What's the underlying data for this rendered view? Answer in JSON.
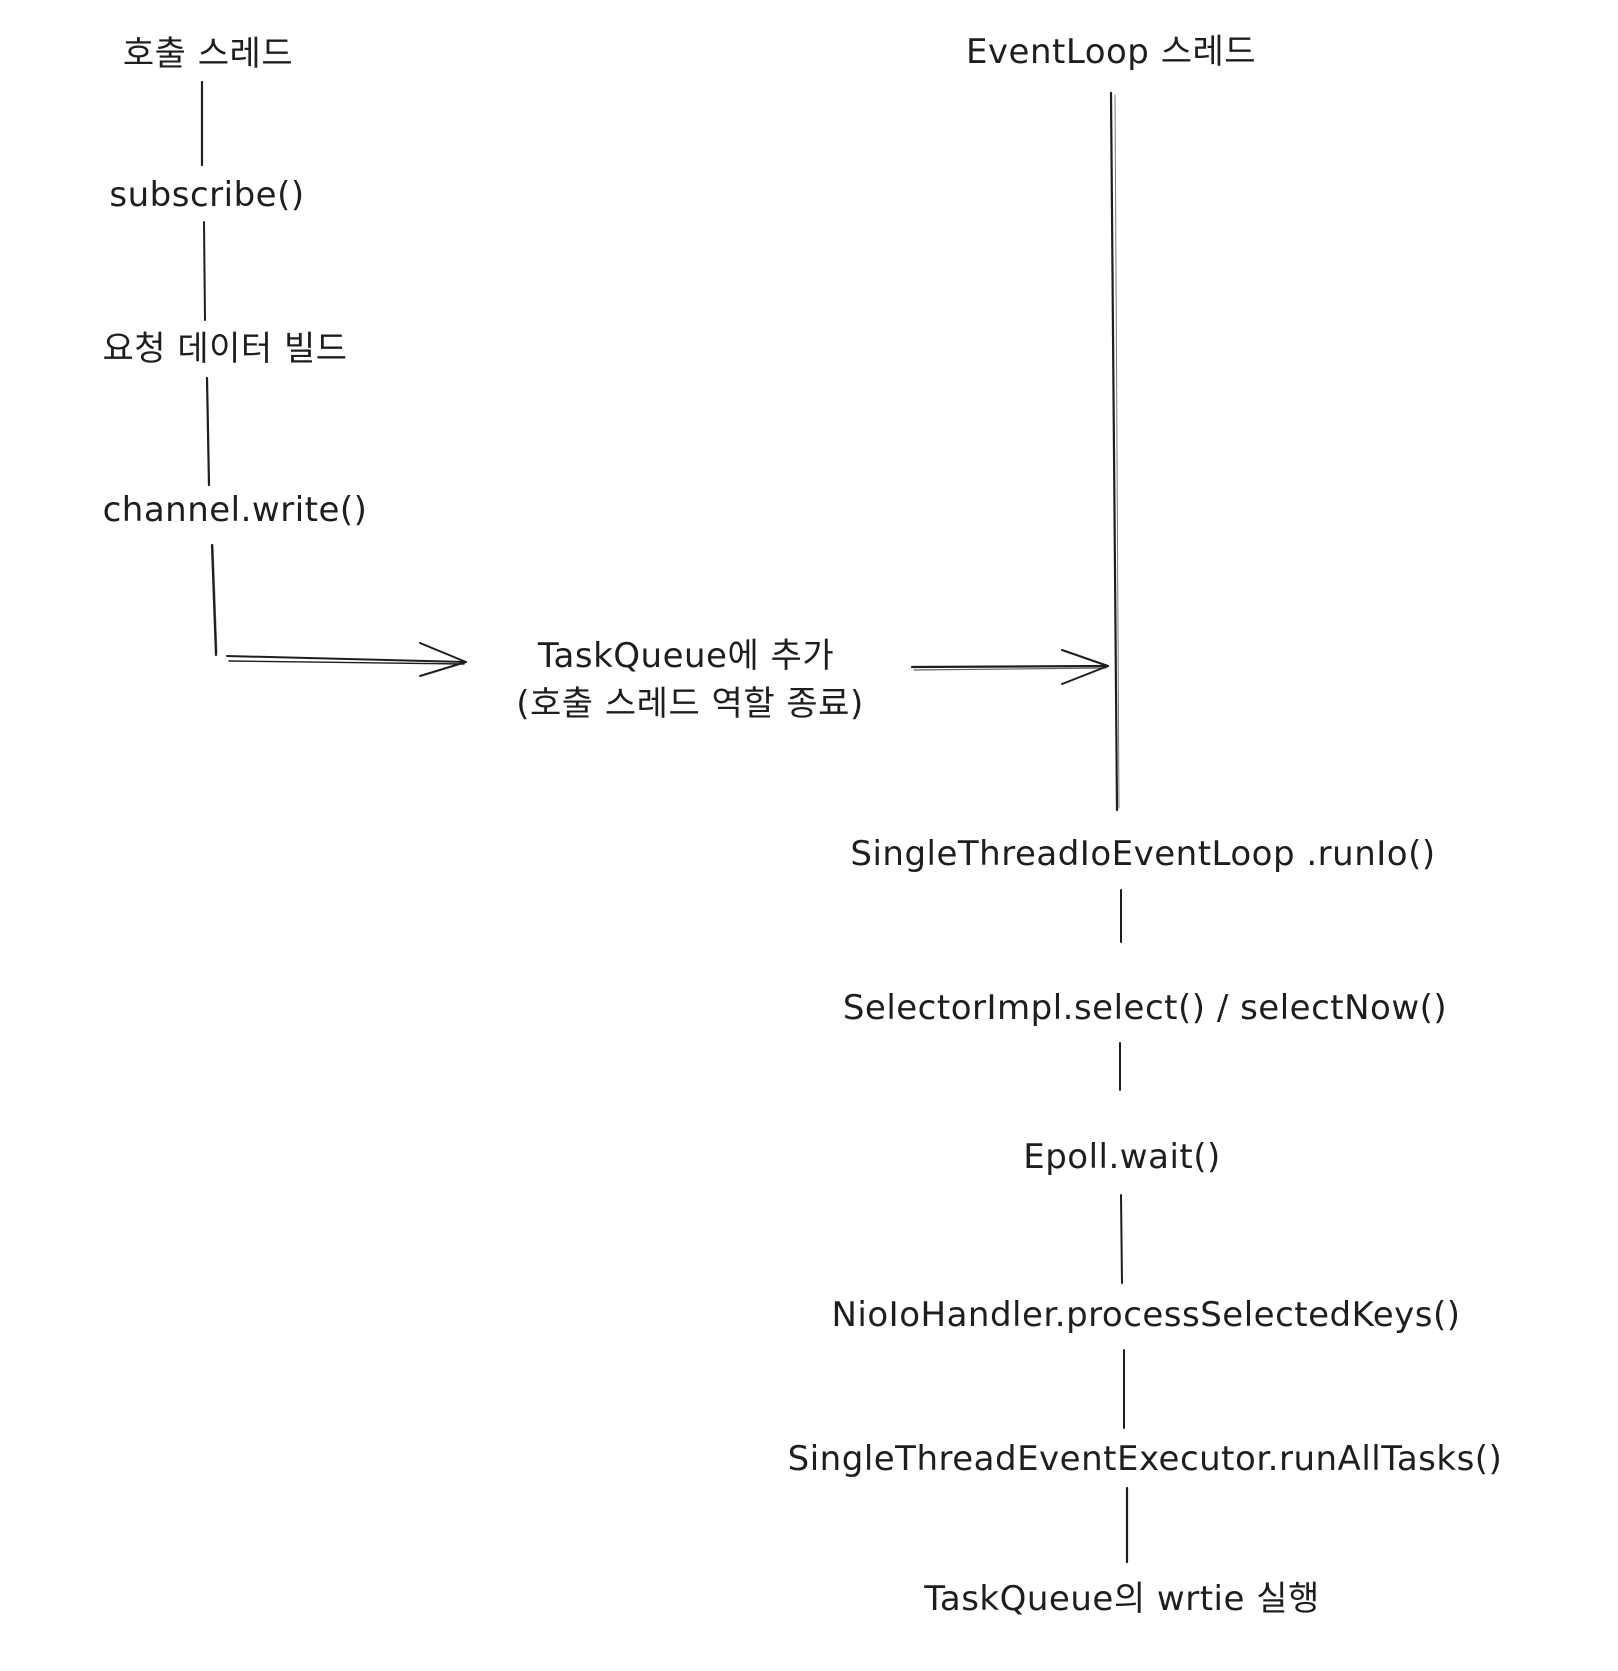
{
  "diagram": {
    "type": "sequence-flow",
    "stroke_color": "#1e1e1e",
    "background": "#ffffff",
    "lanes": {
      "caller": {
        "title": "호출 스레드",
        "steps": [
          "subscribe()",
          "요청 데이터 빌드",
          "channel.write()"
        ]
      },
      "handoff": {
        "line1": "TaskQueue에 추가",
        "line2": "(호출 스레드 역할 종료)"
      },
      "eventloop": {
        "title": "EventLoop 스레드",
        "steps": [
          "SingleThreadIoEventLoop .runIo()",
          "SelectorImpl.select() / selectNow()",
          "Epoll.wait()",
          "NioIoHandler.processSelectedKeys()",
          "SingleThreadEventExecutor.runAllTasks()",
          "TaskQueue의 wrtie 실행"
        ]
      }
    },
    "edges": [
      {
        "from": "호출 스레드",
        "to": "subscribe()",
        "kind": "line"
      },
      {
        "from": "subscribe()",
        "to": "요청 데이터 빌드",
        "kind": "line"
      },
      {
        "from": "요청 데이터 빌드",
        "to": "channel.write()",
        "kind": "line"
      },
      {
        "from": "channel.write()",
        "to": "TaskQueue에 추가",
        "kind": "elbow-arrow"
      },
      {
        "from": "TaskQueue에 추가",
        "to": "EventLoop 스레드",
        "kind": "arrow"
      },
      {
        "from": "EventLoop 스레드",
        "to": "SingleThreadIoEventLoop .runIo()",
        "kind": "line"
      },
      {
        "from": "SingleThreadIoEventLoop .runIo()",
        "to": "SelectorImpl.select() / selectNow()",
        "kind": "line"
      },
      {
        "from": "SelectorImpl.select() / selectNow()",
        "to": "Epoll.wait()",
        "kind": "line"
      },
      {
        "from": "Epoll.wait()",
        "to": "NioIoHandler.processSelectedKeys()",
        "kind": "line"
      },
      {
        "from": "NioIoHandler.processSelectedKeys()",
        "to": "SingleThreadEventExecutor.runAllTasks()",
        "kind": "line"
      },
      {
        "from": "SingleThreadEventExecutor.runAllTasks()",
        "to": "TaskQueue의 wrtie 실행",
        "kind": "line"
      }
    ]
  }
}
